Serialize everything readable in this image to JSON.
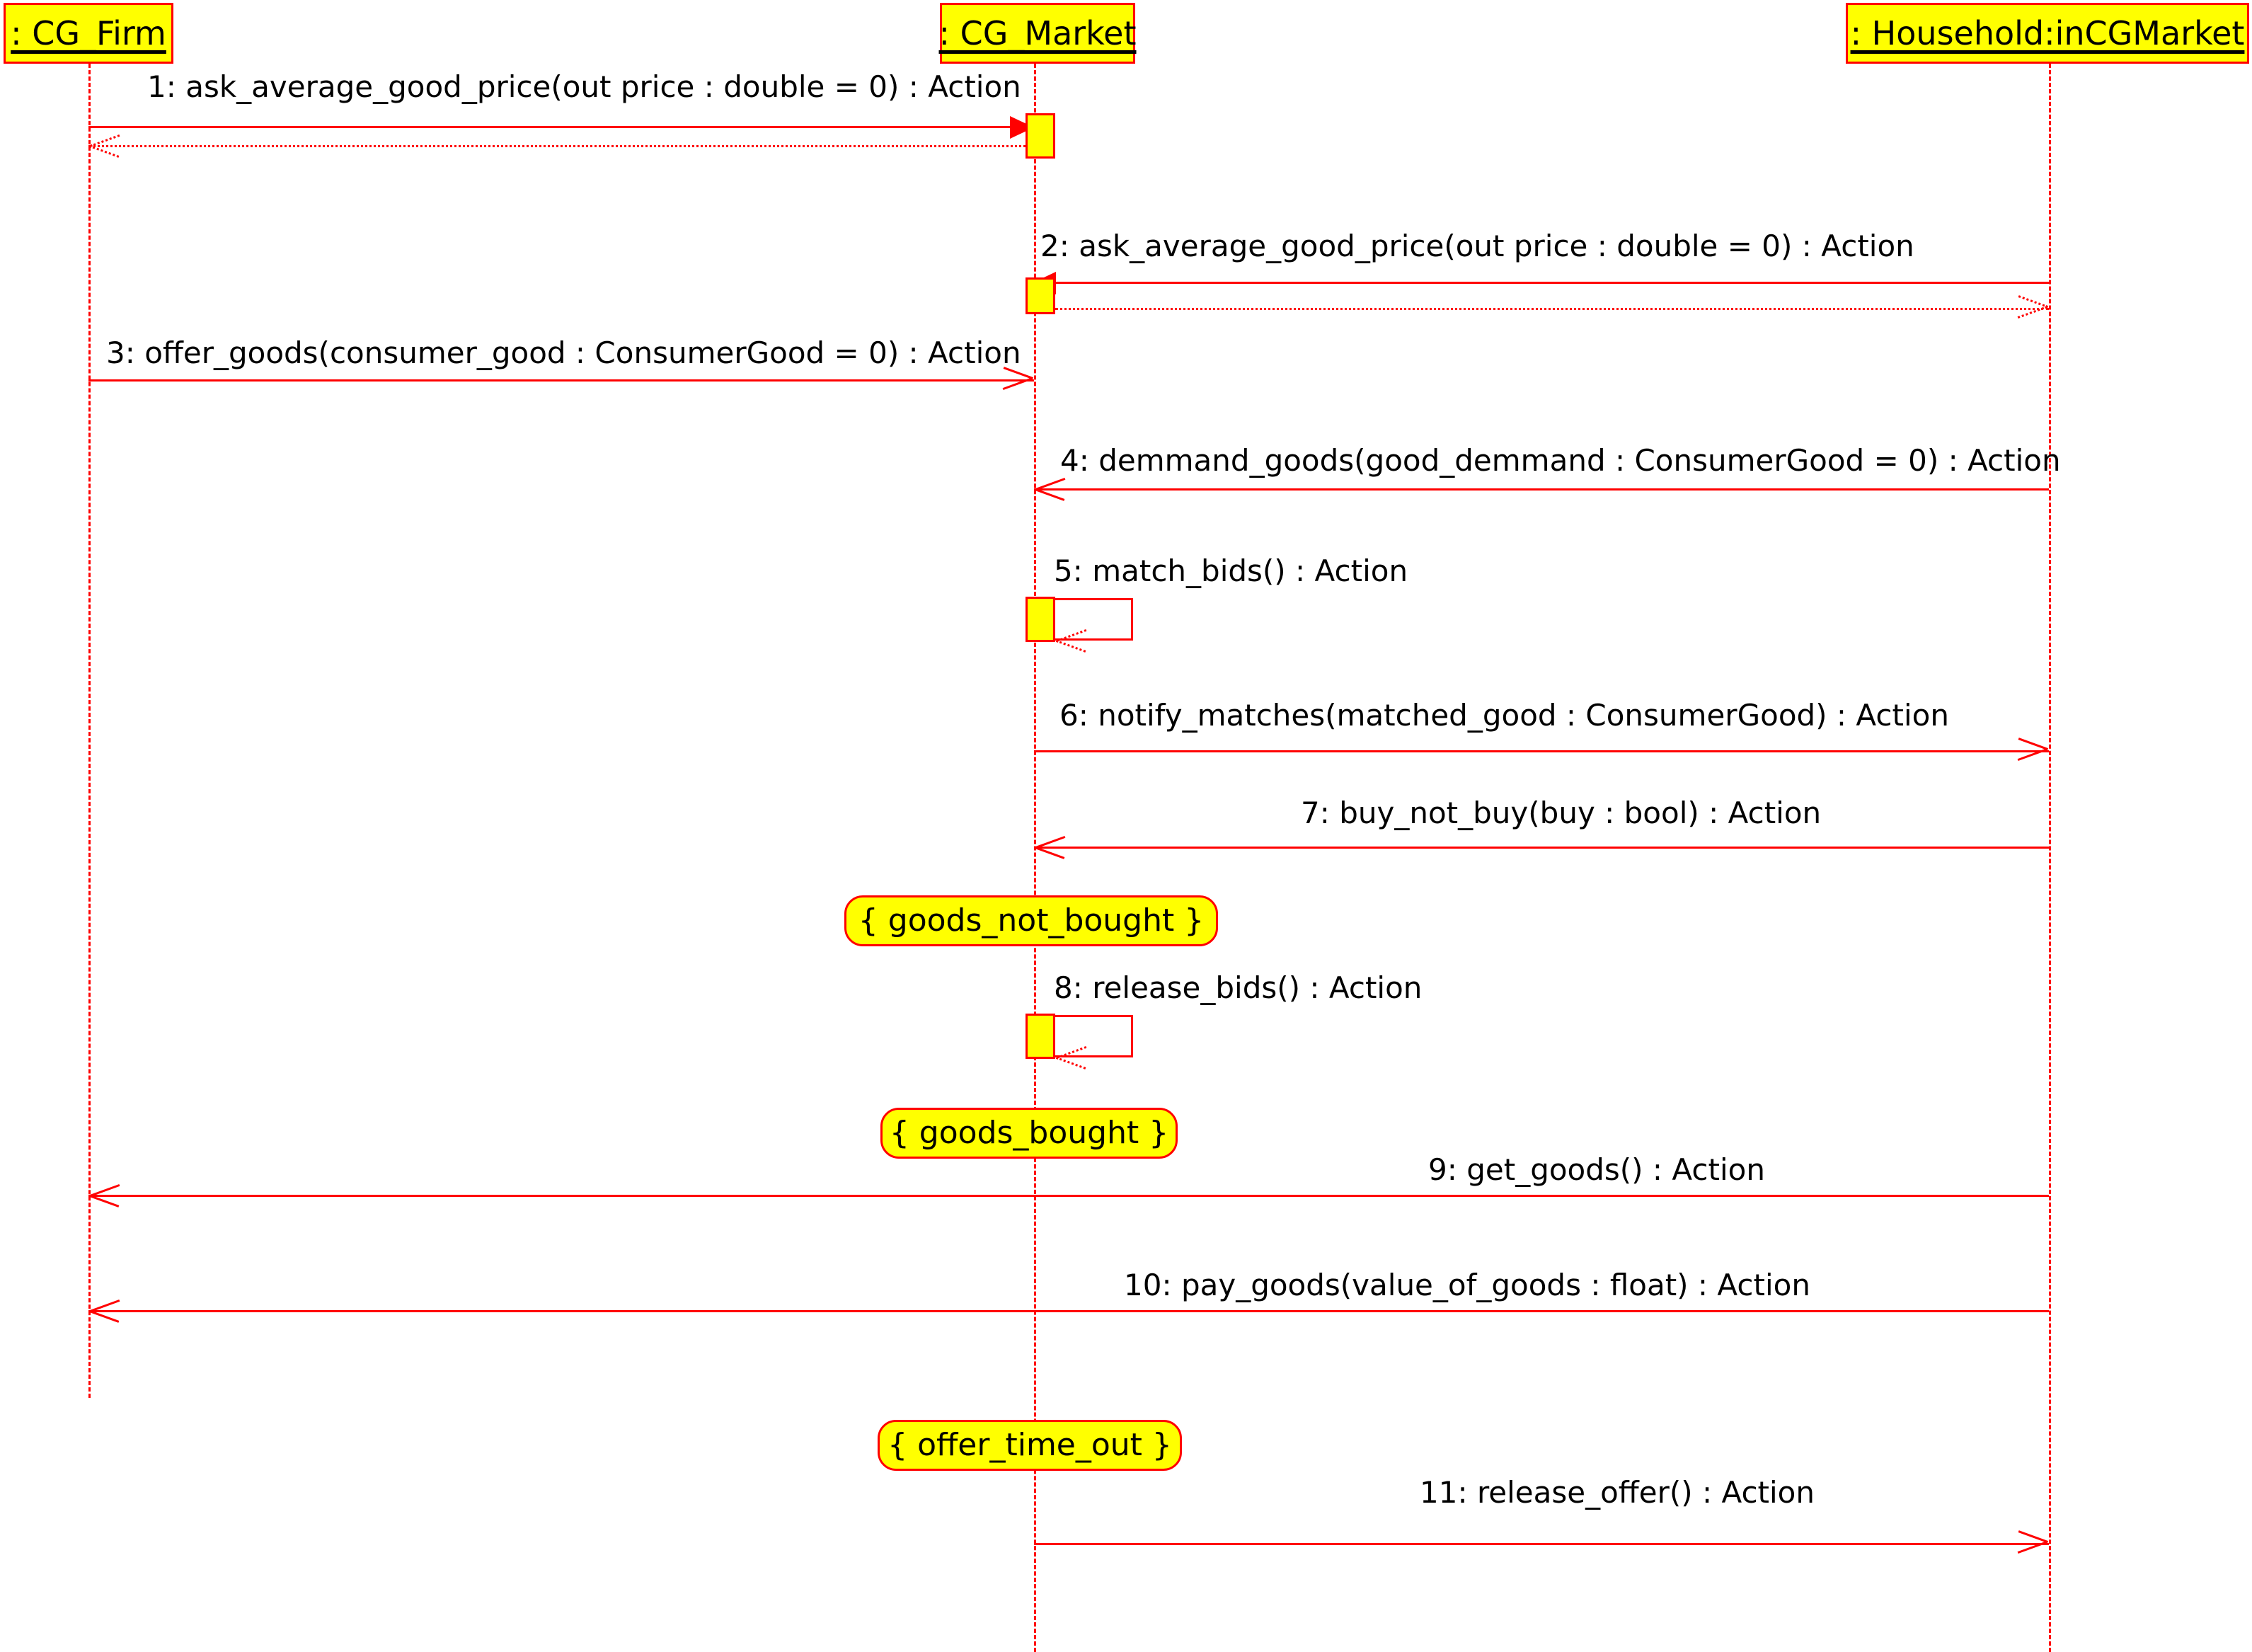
{
  "diagram": {
    "type": "uml-sequence-diagram",
    "colors": {
      "line": "#ff0000",
      "fill": "#ffff00",
      "text": "#000000",
      "background": "#ffffff"
    },
    "lifelines": [
      {
        "id": "cg_firm",
        "label": ": CG_Firm"
      },
      {
        "id": "cg_market",
        "label": ": CG_Market"
      },
      {
        "id": "household",
        "label": ": Household:inCGMarket"
      }
    ],
    "messages": [
      {
        "n": "1",
        "label": "1: ask_average_good_price(out price : double = 0) : Action",
        "from": "cg_firm",
        "to": "cg_market",
        "kind": "call-filled"
      },
      {
        "n": "1r",
        "label": "",
        "from": "cg_market",
        "to": "cg_firm",
        "kind": "return-dotted"
      },
      {
        "n": "2",
        "label": "2: ask_average_good_price(out price : double = 0) : Action",
        "from": "household",
        "to": "cg_market",
        "kind": "call-filled"
      },
      {
        "n": "2r",
        "label": "",
        "from": "cg_market",
        "to": "household",
        "kind": "return-dotted"
      },
      {
        "n": "3",
        "label": "3: offer_goods(consumer_good : ConsumerGood = 0) : Action",
        "from": "cg_firm",
        "to": "cg_market",
        "kind": "call-open"
      },
      {
        "n": "4",
        "label": "4: demmand_goods(good_demmand : ConsumerGood = 0) : Action",
        "from": "household",
        "to": "cg_market",
        "kind": "call-open"
      },
      {
        "n": "5",
        "label": "5: match_bids() : Action",
        "from": "cg_market",
        "to": "cg_market",
        "kind": "self"
      },
      {
        "n": "6",
        "label": "6: notify_matches(matched_good : ConsumerGood) : Action",
        "from": "cg_market",
        "to": "household",
        "kind": "call-open"
      },
      {
        "n": "7",
        "label": "7: buy_not_buy(buy : bool) : Action",
        "from": "household",
        "to": "cg_market",
        "kind": "call-open"
      },
      {
        "n": "8",
        "label": "8: release_bids() : Action",
        "from": "cg_market",
        "to": "cg_market",
        "kind": "self"
      },
      {
        "n": "9",
        "label": "9: get_goods() : Action",
        "from": "household",
        "to": "cg_firm",
        "kind": "call-open"
      },
      {
        "n": "10",
        "label": "10: pay_goods(value_of_goods : float) : Action",
        "from": "household",
        "to": "cg_firm",
        "kind": "call-open"
      },
      {
        "n": "11",
        "label": "11: release_offer() : Action",
        "from": "cg_market",
        "to": "household",
        "kind": "call-open"
      }
    ],
    "state_markers": [
      {
        "id": "goods_not_bought",
        "label": "{ goods_not_bought }"
      },
      {
        "id": "goods_bought",
        "label": "{ goods_bought }"
      },
      {
        "id": "offer_time_out",
        "label": "{ offer_time_out }"
      }
    ]
  }
}
